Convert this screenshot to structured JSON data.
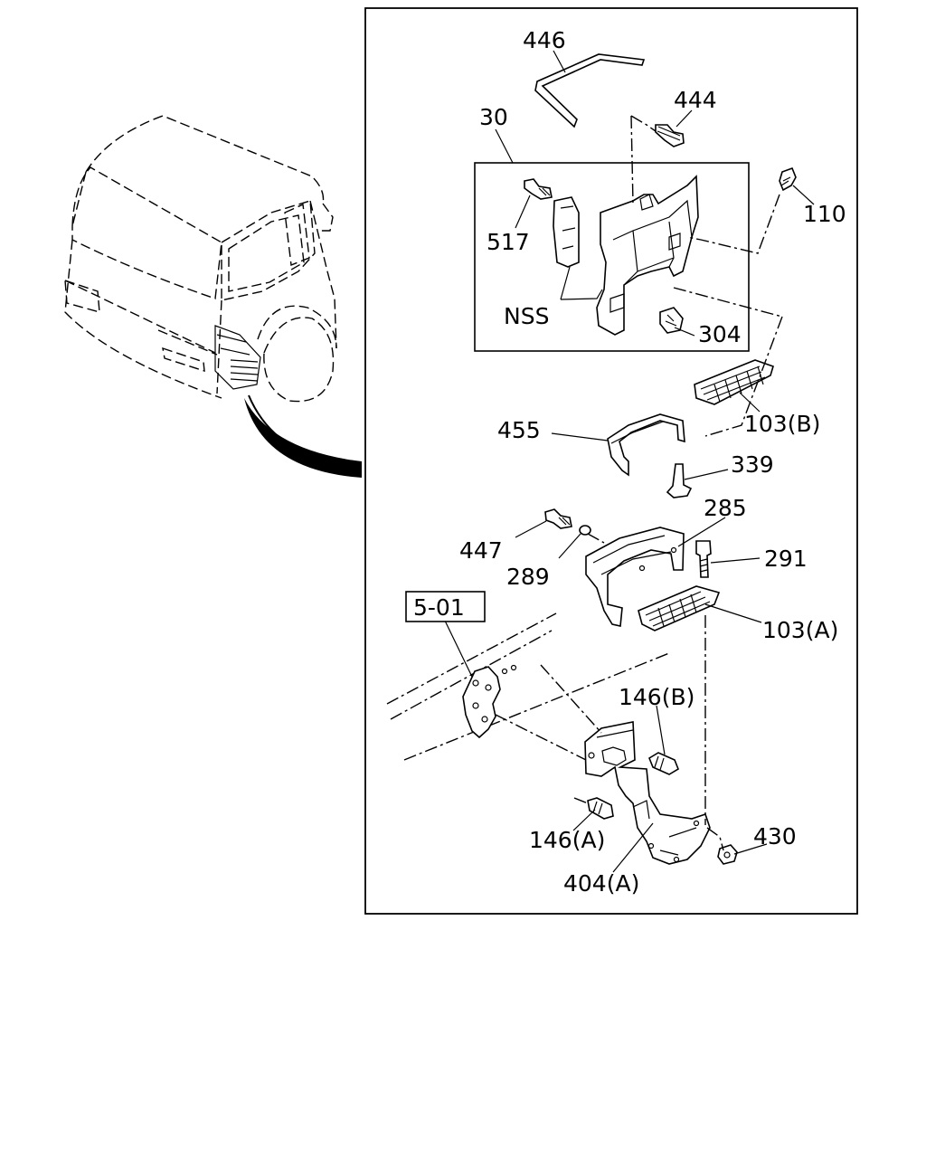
{
  "labels": {
    "p446": "446",
    "p444": "444",
    "p30": "30",
    "p110": "110",
    "p517": "517",
    "nss": "NSS",
    "p304": "304",
    "p103b": "103(B)",
    "p455": "455",
    "p339": "339",
    "p285": "285",
    "p447": "447",
    "p291": "291",
    "p289": "289",
    "ref501": "5-01",
    "p103a": "103(A)",
    "p146b": "146(B)",
    "p146a": "146(A)",
    "p430": "430",
    "p404a": "404(A)"
  }
}
